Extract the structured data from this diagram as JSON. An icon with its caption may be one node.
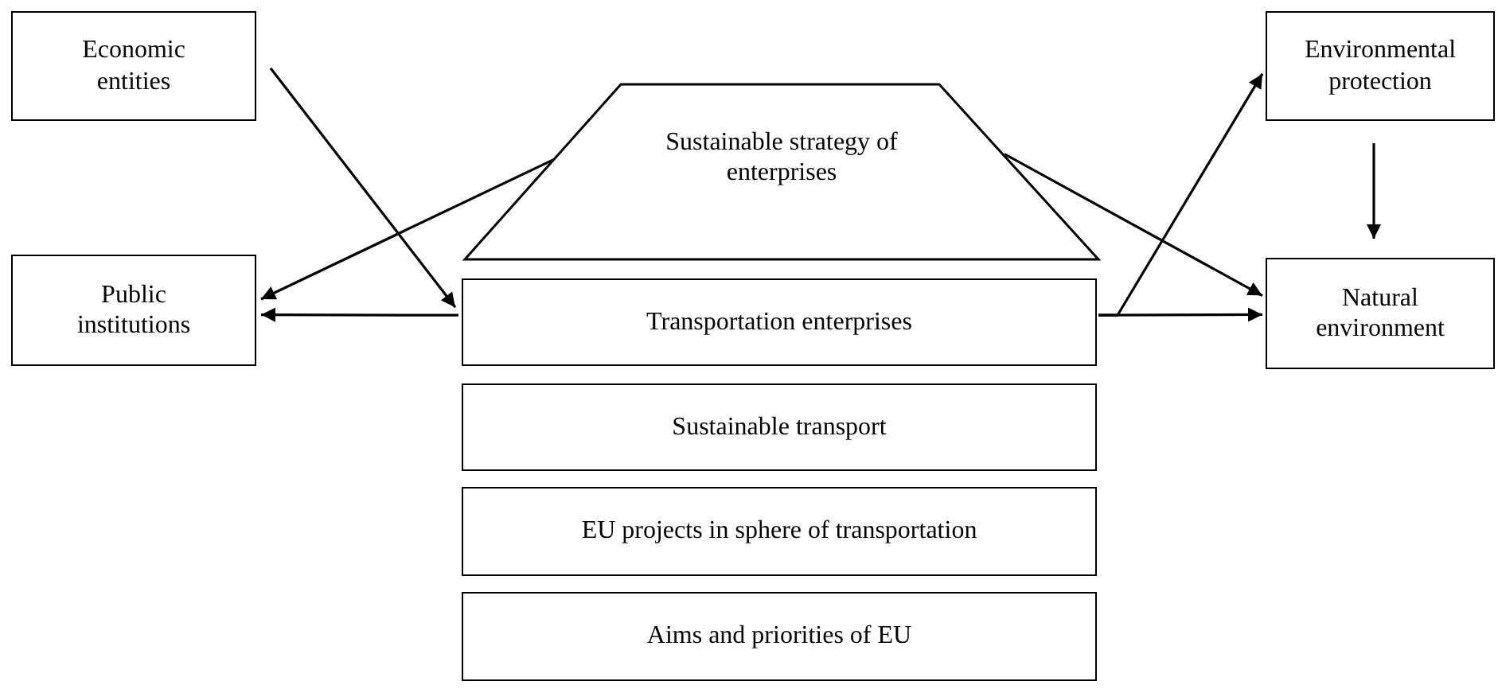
{
  "diagram": {
    "nodes": [
      {
        "text": [
          "Economic entities"
        ]
      },
      {
        "text": [
          "Public institutions"
        ]
      },
      {
        "text": [
          "Sustainable strategy of enterprises"
        ]
      },
      {
        "text": [
          "Transportation enterprises"
        ]
      },
      {
        "text": [
          "Sustainable transport"
        ]
      },
      {
        "text": [
          "EU projects in sphere of transportation"
        ]
      },
      {
        "text": [
          "Aims and priorities of EU"
        ]
      },
      {
        "text": [
          "Environmental protection"
        ]
      },
      {
        "text": [
          "Natural environment"
        ]
      }
    ],
    "edges": [
      {
        "from": 0,
        "to": 3,
        "arrow": "to"
      },
      {
        "from": 2,
        "to": 1,
        "arrow": "to"
      },
      {
        "from": 3,
        "to": 1,
        "arrow": "to"
      },
      {
        "from": 3,
        "to": 7,
        "arrow": "to"
      },
      {
        "from": 2,
        "to": 8,
        "arrow": "to"
      },
      {
        "from": 3,
        "to": 8,
        "arrow": "to"
      },
      {
        "from": 7,
        "to": 8,
        "arrow": "to"
      }
    ]
  }
}
